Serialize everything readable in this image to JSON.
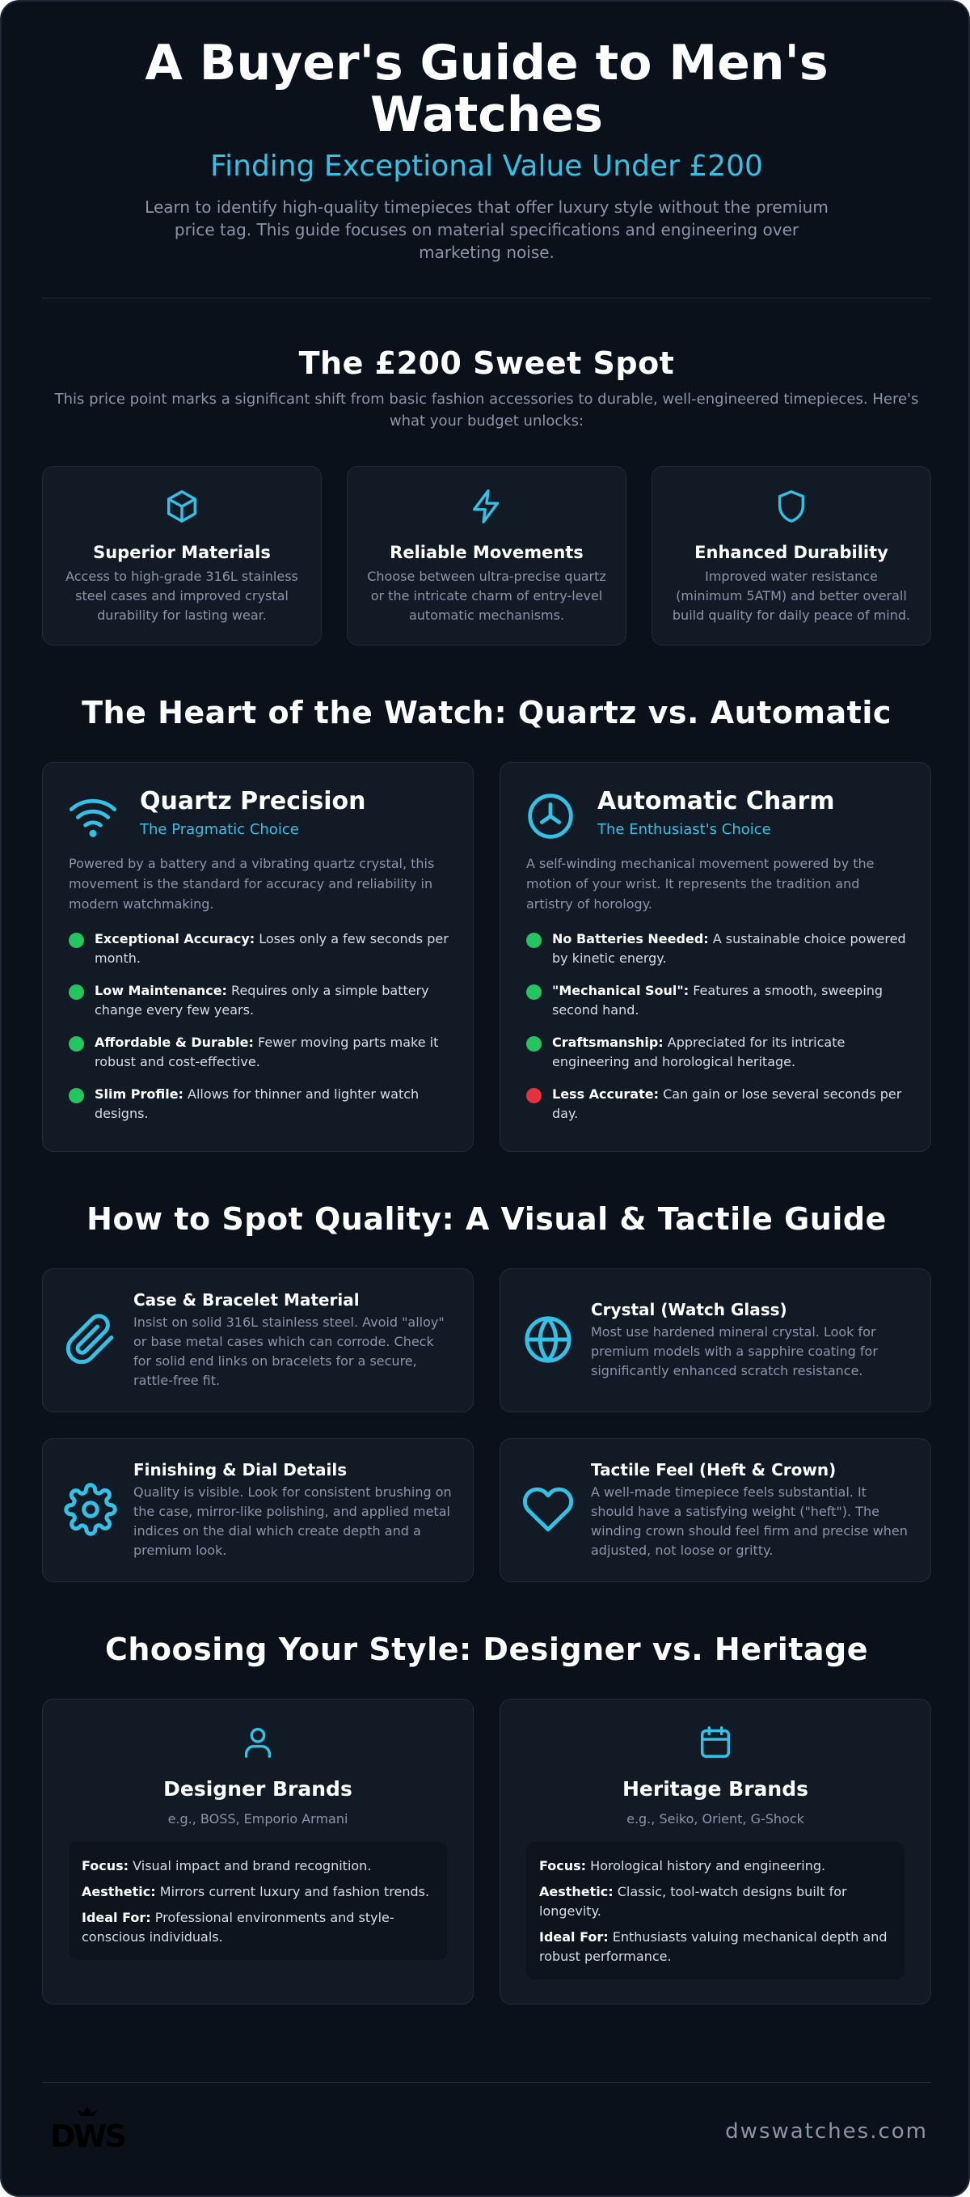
{
  "hero": {
    "title": "A Buyer's Guide to Men's Watches",
    "subtitle": "Finding Exceptional Value Under £200",
    "intro": "Learn to identify high-quality timepieces that offer luxury style without the premium price tag. This guide focuses on material specifications and engineering over marketing noise."
  },
  "sweet_spot": {
    "title": "The £200 Sweet Spot",
    "intro": "This price point marks a significant shift from basic fashion accessories to durable, well-engineered timepieces. Here's what your budget unlocks:",
    "cards": [
      {
        "icon": "cube-icon",
        "title": "Superior Materials",
        "text": "Access to high-grade 316L stainless steel cases and improved crystal durability for lasting wear."
      },
      {
        "icon": "lightning-icon",
        "title": "Reliable Movements",
        "text": "Choose between ultra-precise quartz or the intricate charm of entry-level automatic mechanisms."
      },
      {
        "icon": "shield-icon",
        "title": "Enhanced Durability",
        "text": "Improved water resistance (minimum 5ATM) and better overall build quality for daily peace of mind."
      }
    ]
  },
  "movements": {
    "title": "The Heart of the Watch: Quartz vs. Automatic",
    "quartz": {
      "icon": "wifi-signal-icon",
      "title": "Quartz Precision",
      "tag": "The Pragmatic Choice",
      "desc": "Powered by a battery and a vibrating quartz crystal, this movement is the standard for accuracy and reliability in modern watchmaking.",
      "points": [
        {
          "label": "Exceptional Accuracy:",
          "text": " Loses only a few seconds per month.",
          "status": "pro"
        },
        {
          "label": "Low Maintenance:",
          "text": " Requires only a simple battery change every few years.",
          "status": "pro"
        },
        {
          "label": "Affordable & Durable:",
          "text": " Fewer moving parts make it robust and cost-effective.",
          "status": "pro"
        },
        {
          "label": "Slim Profile:",
          "text": " Allows for thinner and lighter watch designs.",
          "status": "pro"
        }
      ]
    },
    "automatic": {
      "icon": "clock-icon",
      "title": "Automatic Charm",
      "tag": "The Enthusiast's Choice",
      "desc": "A self-winding mechanical movement powered by the motion of your wrist. It represents the tradition and artistry of horology.",
      "points": [
        {
          "label": "No Batteries Needed:",
          "text": " A sustainable choice powered by kinetic energy.",
          "status": "pro"
        },
        {
          "label": "\"Mechanical Soul\":",
          "text": " Features a smooth, sweeping second hand.",
          "status": "pro"
        },
        {
          "label": "Craftsmanship:",
          "text": " Appreciated for its intricate engineering and horological heritage.",
          "status": "pro"
        },
        {
          "label": "Less Accurate:",
          "text": " Can gain or lose several seconds per day.",
          "status": "con"
        }
      ]
    }
  },
  "quality": {
    "title": "How to Spot Quality: A Visual & Tactile Guide",
    "cards": [
      {
        "icon": "paperclip-icon",
        "title": "Case & Bracelet Material",
        "text": "Insist on solid 316L stainless steel. Avoid \"alloy\" or base metal cases which can corrode. Check for solid end links on bracelets for a secure, rattle-free fit."
      },
      {
        "icon": "globe-icon",
        "title": "Crystal (Watch Glass)",
        "text": "Most use hardened mineral crystal. Look for premium models with a sapphire coating for significantly enhanced scratch resistance."
      },
      {
        "icon": "gear-icon",
        "title": "Finishing & Dial Details",
        "text": "Quality is visible. Look for consistent brushing on the case, mirror-like polishing, and applied metal indices on the dial which create depth and a premium look."
      },
      {
        "icon": "heart-icon",
        "title": "Tactile Feel (Heft & Crown)",
        "text": "A well-made timepiece feels substantial. It should have a satisfying weight (\"heft\"). The winding crown should feel firm and precise when adjusted, not loose or gritty."
      }
    ]
  },
  "style": {
    "title": "Choosing Your Style: Designer vs. Heritage",
    "designer": {
      "icon": "user-icon",
      "title": "Designer Brands",
      "examples": "e.g., BOSS, Emporio Armani",
      "focus_label": "Focus:",
      "focus": " Visual impact and brand recognition.",
      "aesthetic_label": "Aesthetic:",
      "aesthetic": " Mirrors current luxury and fashion trends.",
      "ideal_label": "Ideal For:",
      "ideal": " Professional environments and style-conscious individuals."
    },
    "heritage": {
      "icon": "calendar-icon",
      "title": "Heritage Brands",
      "examples": "e.g., Seiko, Orient, G-Shock",
      "focus_label": "Focus:",
      "focus": " Horological history and engineering.",
      "aesthetic_label": "Aesthetic:",
      "aesthetic": " Classic, tool-watch designs built for longevity.",
      "ideal_label": "Ideal For:",
      "ideal": " Enthusiasts valuing mechanical depth and robust performance."
    }
  },
  "footer": {
    "logo": "DWS",
    "site": "dwswatches.com"
  },
  "colors": {
    "background": "#0b111a",
    "card": "#121a26",
    "accent": "#33c1e6",
    "pro": "#22c55e",
    "con": "#e5323c",
    "muted_text": "#8a95a8"
  }
}
